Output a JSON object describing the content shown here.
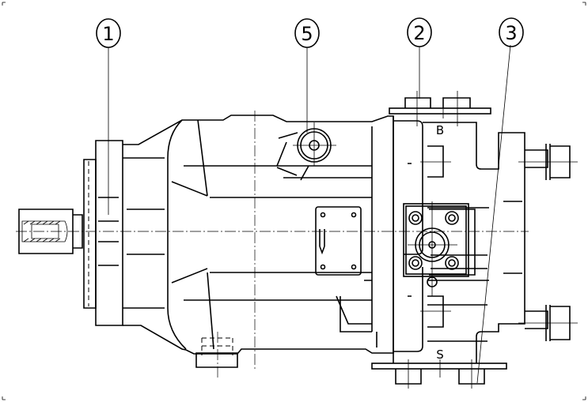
{
  "drawing": {
    "type": "hydraulic axial piston pump - side view",
    "callouts": [
      {
        "label": "1"
      },
      {
        "label": "5"
      },
      {
        "label": "2"
      },
      {
        "label": "3"
      }
    ],
    "ports": [
      {
        "label": "B"
      },
      {
        "label": "S"
      }
    ]
  }
}
